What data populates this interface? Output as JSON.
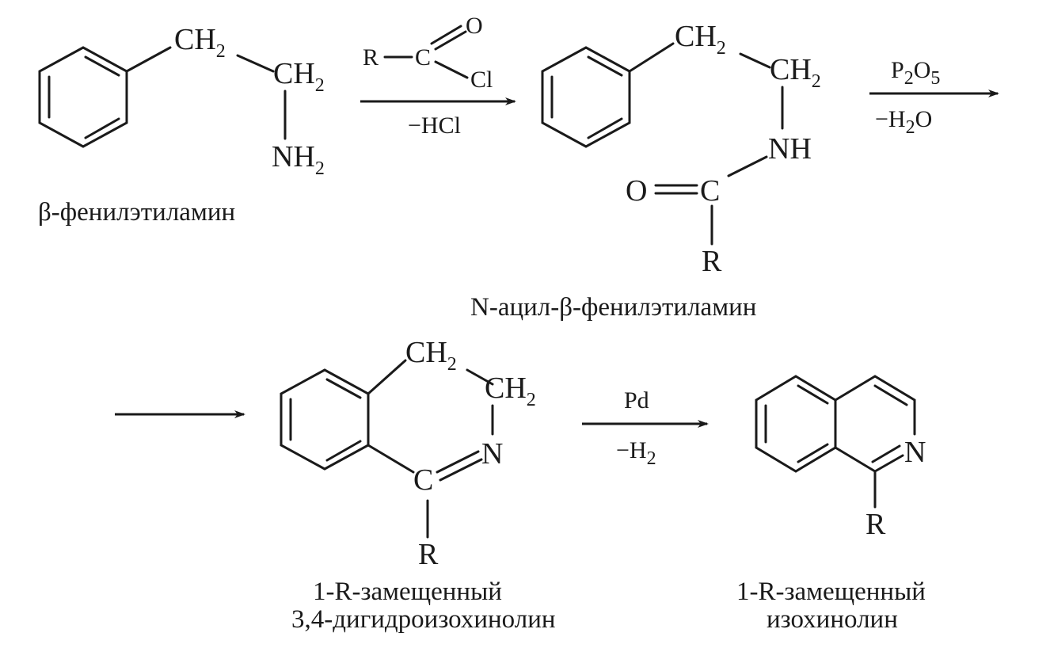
{
  "captions": {
    "phenylethylamine": "β-фенилэтиламин",
    "acyl": "N-ацил-β-фенилэтиламин",
    "dihydro_line1": "1-R-замещенный",
    "dihydro_line2": "3,4-дигидроизохинолин",
    "isoquinoline_line1": "1-R-замещенный",
    "isoquinoline_line2": "изохинолин"
  },
  "reagents": {
    "step1": {
      "R": "R",
      "C": "C",
      "O": "O",
      "Cl": "Cl",
      "below": "−HCl"
    },
    "step2": {
      "reagent_main": "P",
      "reagent_sub1": "2",
      "reagent_O": "O",
      "reagent_sub2": "5",
      "below_main": "−H",
      "below_sub": "2",
      "below_O": "O"
    },
    "step3": {
      "above": "Pd",
      "below_main": "−H",
      "below_sub": "2"
    }
  },
  "atoms": {
    "ch2": "CH",
    "two": "2",
    "nh2": "NH",
    "nh": "NH",
    "O": "O",
    "C": "C",
    "R": "R",
    "N": "N"
  }
}
